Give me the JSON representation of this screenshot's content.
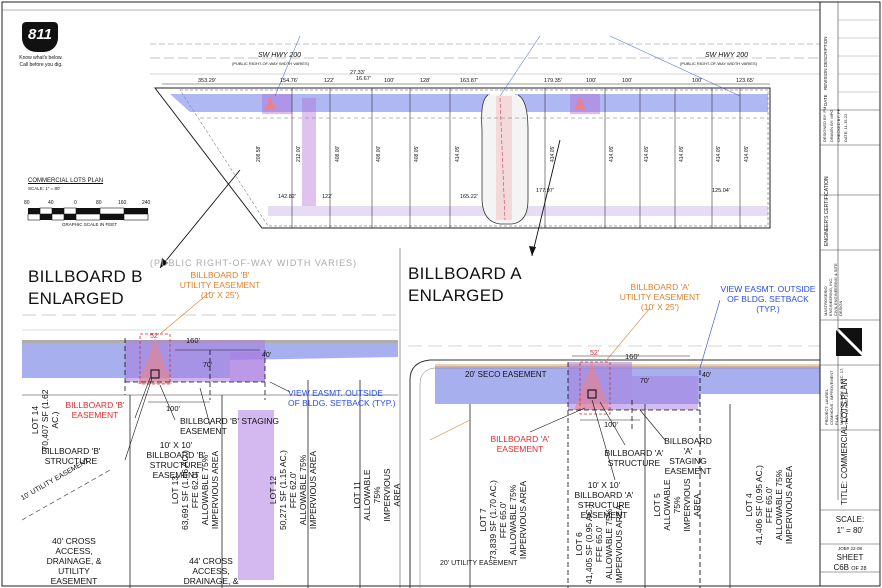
{
  "logo": {
    "number": "811",
    "line1": "Know what's below.",
    "line2": "Call before you dig."
  },
  "overview": {
    "road_title": "SW HWY 200",
    "road_subtitle": "(PUBLIC RIGHT-OF-WAY WIDTH VARIES)",
    "road_title_right": "SW HWY 200",
    "road_subtitle_right": "(PUBLIC RIGHT-OF-WAY WIDTH VARIES)",
    "dims_top": [
      "353.29'",
      "154.76'",
      "122'",
      "27.33'",
      "16.67'",
      "100'",
      "128'",
      "163.87'",
      "179.35'",
      "100'",
      "100'",
      "100'",
      "123.65'"
    ],
    "dims_bottom": [
      "142.82'",
      "122'",
      "165.22'",
      "177.97'",
      "125.04'"
    ],
    "side_dims": [
      "208.58'",
      "212.00'",
      "408.00'",
      "408.00'",
      "408.05'",
      "414.05'",
      "414.05'",
      "414.05'",
      "414.05'",
      "414.05'",
      "414.05'",
      "414.05'"
    ]
  },
  "plan_label": {
    "title": "COMMERCIAL LOTS PLAN",
    "scale": "SCALE: 1\" = 80'",
    "scale_ticks": [
      "80",
      "40",
      "0",
      "80",
      "160",
      "240"
    ],
    "graphic_scale": "GRAPHIC SCALE IN FEET"
  },
  "billboard_b": {
    "heading1": "BILLBOARD B",
    "heading2": "ENLARGED",
    "row_text": "(PUBLIC RIGHT-OF-WAY WIDTH VARIES)",
    "util_easement": "BILLBOARD 'B'\nUTILITY EASEMENT\n(10' X 25')",
    "dim_52": "52'",
    "dim_160": "160'",
    "dim_40": "40'",
    "dim_70": "70'",
    "dim_100": "100'",
    "easement": "BILLBOARD 'B'\nEASEMENT",
    "staging": "BILLBOARD 'B' STAGING\nEASEMENT",
    "view_easement": "VIEW EASMT. OUTSIDE\nOF BLDG. SETBACK (TYP.)",
    "structure_10x10": "10' X 10'\nBILLBOARD 'B'\nSTRUCTURE\nEASEMENT",
    "structure": "BILLBOARD 'B'\nSTRUCTURE",
    "util_10": "10' UTILITY EASEMENT",
    "cross_access_40": "40' CROSS ACCESS,\nDRAINAGE, &\nUTILITY EASEMENT",
    "cross_access_44": "44' CROSS ACCESS,\nDRAINAGE, &",
    "lot14": "LOT 14\n70,407 SF (1.62 AC.)",
    "lot13": "LOT 13\n63,691 SF (1.46 AC.)\nFFE 62.0'\nALLOWABLE 75%\nIMPERVIOUS AREA",
    "lot12": "LOT 12\n50,271 SF (1.15 AC.)\nFFE 62.0'\nALLOWABLE 75%\nIMPERVIOUS AREA",
    "lot11": "LOT 11\nALLOWABLE 75%\nIMPERVIOUS AREA"
  },
  "billboard_a": {
    "heading1": "BILLBOARD A",
    "heading2": "ENLARGED",
    "util_easement": "BILLBOARD 'A'\nUTILITY EASEMENT\n(10' X 25')",
    "view_easement": "VIEW EASMT. OUTSIDE\nOF BLDG. SETBACK (TYP.)",
    "dim_52": "52'",
    "dim_160": "160'",
    "dim_40": "40'",
    "dim_70": "70'",
    "dim_100": "100'",
    "seco": "20' SECO EASEMENT",
    "easement": "BILLBOARD 'A'\nEASEMENT",
    "staging": "BILLBOARD 'A'\nSTAGING\nEASEMENT",
    "structure": "BILLBOARD 'A'\nSTRUCTURE",
    "structure_10x10": "10' X 10'\nBILLBOARD 'A'\nSTRUCTURE\nEASEMENT",
    "util_20": "20' UTILITY EASEMENT",
    "lot7": "LOT 7\n73,839 SF (1.70 AC.)\nFFE 65.0'\nALLOWABLE 75%\nIMPERVIOUS AREA",
    "lot6": "LOT 6\n41,405 SF (0.95 AC.)\nFFE 65.0'\nALLOWABLE 75%\nIMPERVIOUS AREA",
    "lot5": "LOT 5\nALLOWABLE 75%\nIMPERVIOUS AREA",
    "lot4": "LOT 4\n41,406 SF (0.95 AC.)\nFFE 65.0'\nALLOWABLE 75%\nIMPERVIOUS AREA"
  },
  "title_block": {
    "revision": "REVISION DESCRIPTION",
    "date": "DATE",
    "designed": "DESIGNED BY: PM",
    "drawn": "DRAWN BY: MPG",
    "checked": "CHECKED BY: PP",
    "date_val": "DATE: 11-15-22",
    "engineer_cert": "ENGINEER'S CERTIFICATION",
    "firm": "MASTROSERIO ENGINEERING, INC.\nCIVIL ENGINEERING & SITE DESIGN",
    "project": "PROJECT:  LAUREL COMMONS - IMPROVEMENT PLAN\nMARION COUNTY, FL  SEC. 17, TWP. 16, RGE. 21",
    "title": "TITLE:  COMMERCIAL LOTS PLAN",
    "scale_label": "SCALE:",
    "scale_value": "1\" = 80'",
    "sheet_label": "SHEET",
    "sheet_value": "C6B",
    "sheet_of": "OF 28",
    "job": "JOB# 22-08"
  }
}
